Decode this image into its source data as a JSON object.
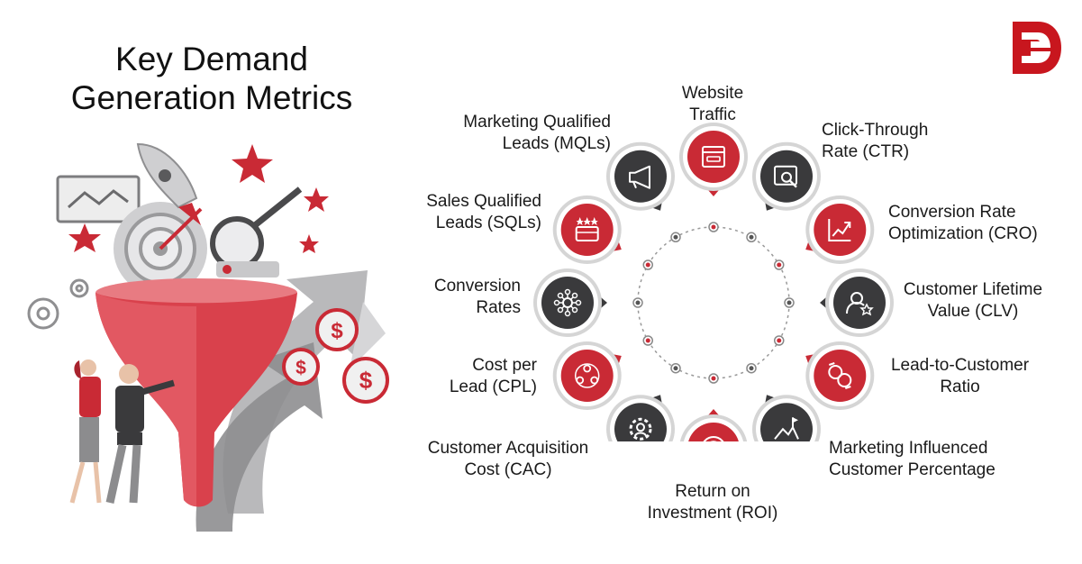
{
  "title": {
    "line1": "Key Demand",
    "line2": "Generation Metrics"
  },
  "brand": {
    "logo_icon": "brand-monogram-icon",
    "color": "#c8161e"
  },
  "colors": {
    "accent_red": "#c92a35",
    "dark": "#3a3a3c",
    "ring_gray": "#d5d5d5"
  },
  "metrics": [
    {
      "line1": "Website",
      "line2": "Traffic",
      "icon": "browser-window-icon",
      "style": "red"
    },
    {
      "line1": "Click-Through",
      "line2": "Rate (CTR)",
      "icon": "click-search-icon",
      "style": "dark"
    },
    {
      "line1": "Conversion Rate",
      "line2": "Optimization (CRO)",
      "icon": "growth-chart-icon",
      "style": "red"
    },
    {
      "line1": "Customer Lifetime",
      "line2": "Value (CLV)",
      "icon": "user-star-icon",
      "style": "dark"
    },
    {
      "line1": "Lead-to-Customer",
      "line2": "Ratio",
      "icon": "people-exchange-icon",
      "style": "red"
    },
    {
      "line1": "Marketing Influenced",
      "line2": "Customer Percentage",
      "icon": "flag-mountain-icon",
      "style": "dark"
    },
    {
      "line1": "Return on",
      "line2": "Investment (ROI)",
      "icon": "dollar-target-icon",
      "style": "red"
    },
    {
      "line1": "Customer Acquisition",
      "line2": "Cost (CAC)",
      "icon": "gear-person-icon",
      "style": "dark"
    },
    {
      "line1": "Cost per",
      "line2": "Lead (CPL)",
      "icon": "team-circle-icon",
      "style": "red"
    },
    {
      "line1": "Conversion",
      "line2": "Rates",
      "icon": "network-nodes-icon",
      "style": "dark"
    },
    {
      "line1": "Sales Qualified",
      "line2": "Leads (SQLs)",
      "icon": "briefcase-stars-icon",
      "style": "red"
    },
    {
      "line1": "Marketing Qualified",
      "line2": "Leads (MQLs)",
      "icon": "megaphone-icon",
      "style": "dark"
    }
  ]
}
